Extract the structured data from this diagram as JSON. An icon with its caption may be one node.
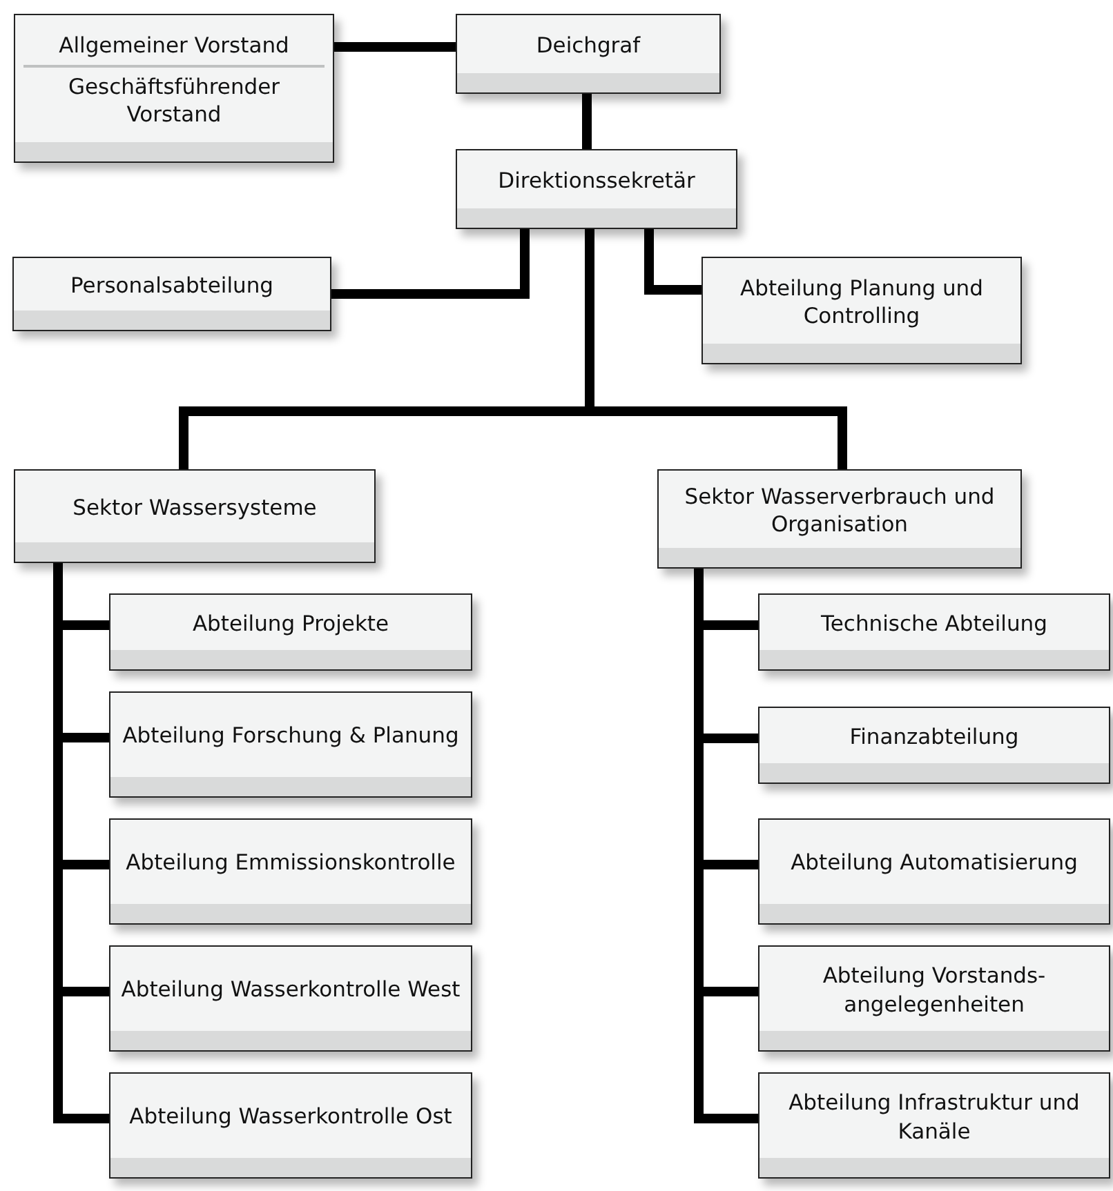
{
  "diagram": {
    "nodes": [
      {
        "text": [
          "Allgemeiner Vorstand",
          "Geschäftsführender Vorstand"
        ]
      },
      {
        "text": [
          "Deichgraf"
        ]
      },
      {
        "text": [
          "Direktionssekretär"
        ]
      },
      {
        "text": [
          "Personalsabteilung"
        ]
      },
      {
        "text": [
          "Abteilung Planung und Controlling"
        ]
      },
      {
        "text": [
          "Sektor Wassersysteme"
        ]
      },
      {
        "text": [
          "Sektor Wasserverbrauch und Organisation"
        ]
      },
      {
        "text": [
          "Abteilung Projekte"
        ]
      },
      {
        "text": [
          "Abteilung Forschung & Planung"
        ]
      },
      {
        "text": [
          "Abteilung Emmissionskontrolle"
        ]
      },
      {
        "text": [
          "Abteilung Wasserkontrolle West"
        ]
      },
      {
        "text": [
          "Abteilung Wasserkontrolle Ost"
        ]
      },
      {
        "text": [
          "Technische Abteilung"
        ]
      },
      {
        "text": [
          "Finanzabteilung"
        ]
      },
      {
        "text": [
          "Abteilung Automatisierung"
        ]
      },
      {
        "text": [
          "Abteilung Vorstands-angelegenheiten"
        ]
      },
      {
        "text": [
          "Abteilung Infrastruktur und Kanäle"
        ]
      }
    ],
    "edges": [
      {
        "from": 0,
        "to": 1,
        "arrow": "none"
      },
      {
        "from": 1,
        "to": 2,
        "arrow": "none"
      },
      {
        "from": 2,
        "to": 3,
        "arrow": "none"
      },
      {
        "from": 2,
        "to": 4,
        "arrow": "none"
      },
      {
        "from": 2,
        "to": 5,
        "arrow": "none"
      },
      {
        "from": 2,
        "to": 6,
        "arrow": "none"
      },
      {
        "from": 5,
        "to": 7,
        "arrow": "none"
      },
      {
        "from": 5,
        "to": 8,
        "arrow": "none"
      },
      {
        "from": 5,
        "to": 9,
        "arrow": "none"
      },
      {
        "from": 5,
        "to": 10,
        "arrow": "none"
      },
      {
        "from": 5,
        "to": 11,
        "arrow": "none"
      },
      {
        "from": 6,
        "to": 12,
        "arrow": "none"
      },
      {
        "from": 6,
        "to": 13,
        "arrow": "none"
      },
      {
        "from": 6,
        "to": 14,
        "arrow": "none"
      },
      {
        "from": 6,
        "to": 15,
        "arrow": "none"
      },
      {
        "from": 6,
        "to": 16,
        "arrow": "none"
      }
    ]
  }
}
